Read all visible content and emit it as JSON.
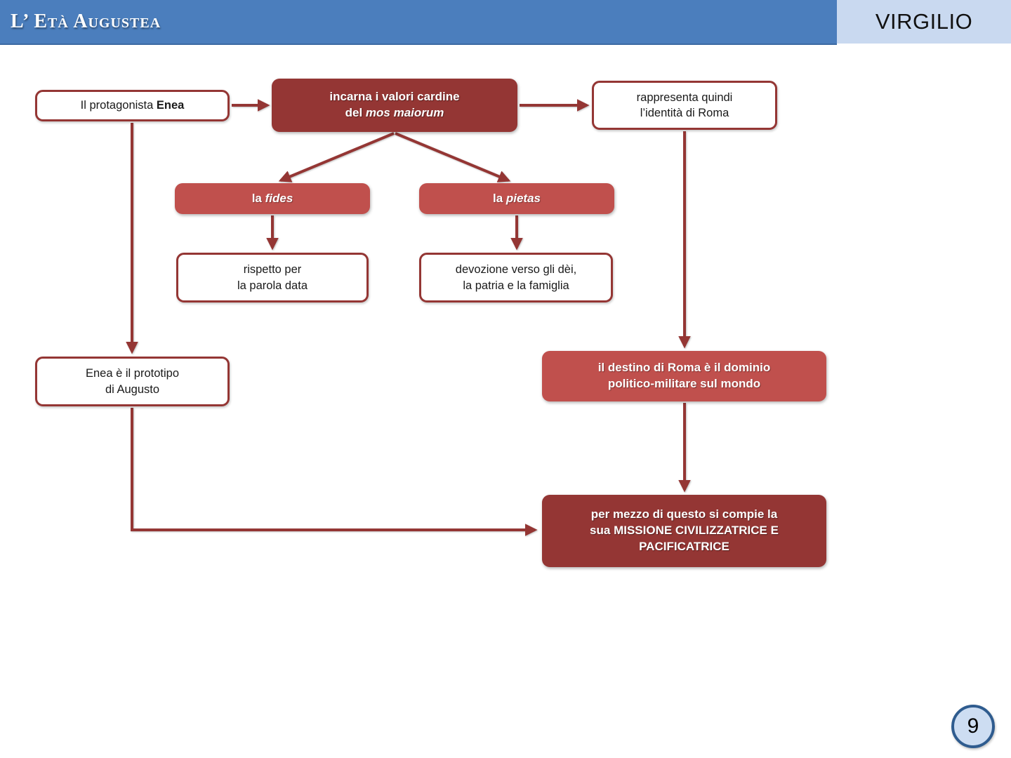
{
  "header": {
    "title": "L’ Età Augustea",
    "section_title": "VIRGILIO"
  },
  "colors": {
    "header_bar": "#4b7ebd",
    "header_tab": "#c9d9f0",
    "dark_red_fill": "#943634",
    "medium_red_fill": "#c0504d",
    "box_border": "#943634",
    "arrow": "#943634",
    "page_circle_fill": "#cdddf2",
    "page_circle_border": "#2f5c8f"
  },
  "nodes": {
    "protagonista": {
      "regular": "Il protagonista ",
      "bold": "Enea"
    },
    "incarna": {
      "line1": "incarna i valori cardine",
      "line2_regular": "del ",
      "line2_italic": "mos maiorum"
    },
    "rappresenta": {
      "line1": "rappresenta quindi",
      "line2": "l’identità di Roma"
    },
    "fides": {
      "regular": "la ",
      "italic": "fides"
    },
    "pietas": {
      "regular": "la ",
      "italic": "pietas"
    },
    "rispetto": {
      "line1": "rispetto per",
      "line2": "la parola data"
    },
    "devozione": {
      "line1": "devozione verso gli dèi,",
      "line2": "la patria e la famiglia"
    },
    "prototipo": {
      "line1": "Enea è il prototipo",
      "line2": "di Augusto"
    },
    "destino": {
      "line1": "il destino di Roma è il dominio",
      "line2": "politico-militare sul mondo"
    },
    "missione": {
      "line1": "per mezzo di questo si compie la",
      "line2": "sua MISSIONE CIVILIZZATRICE E",
      "line3": "PACIFICATRICE"
    }
  },
  "page_number": "9"
}
